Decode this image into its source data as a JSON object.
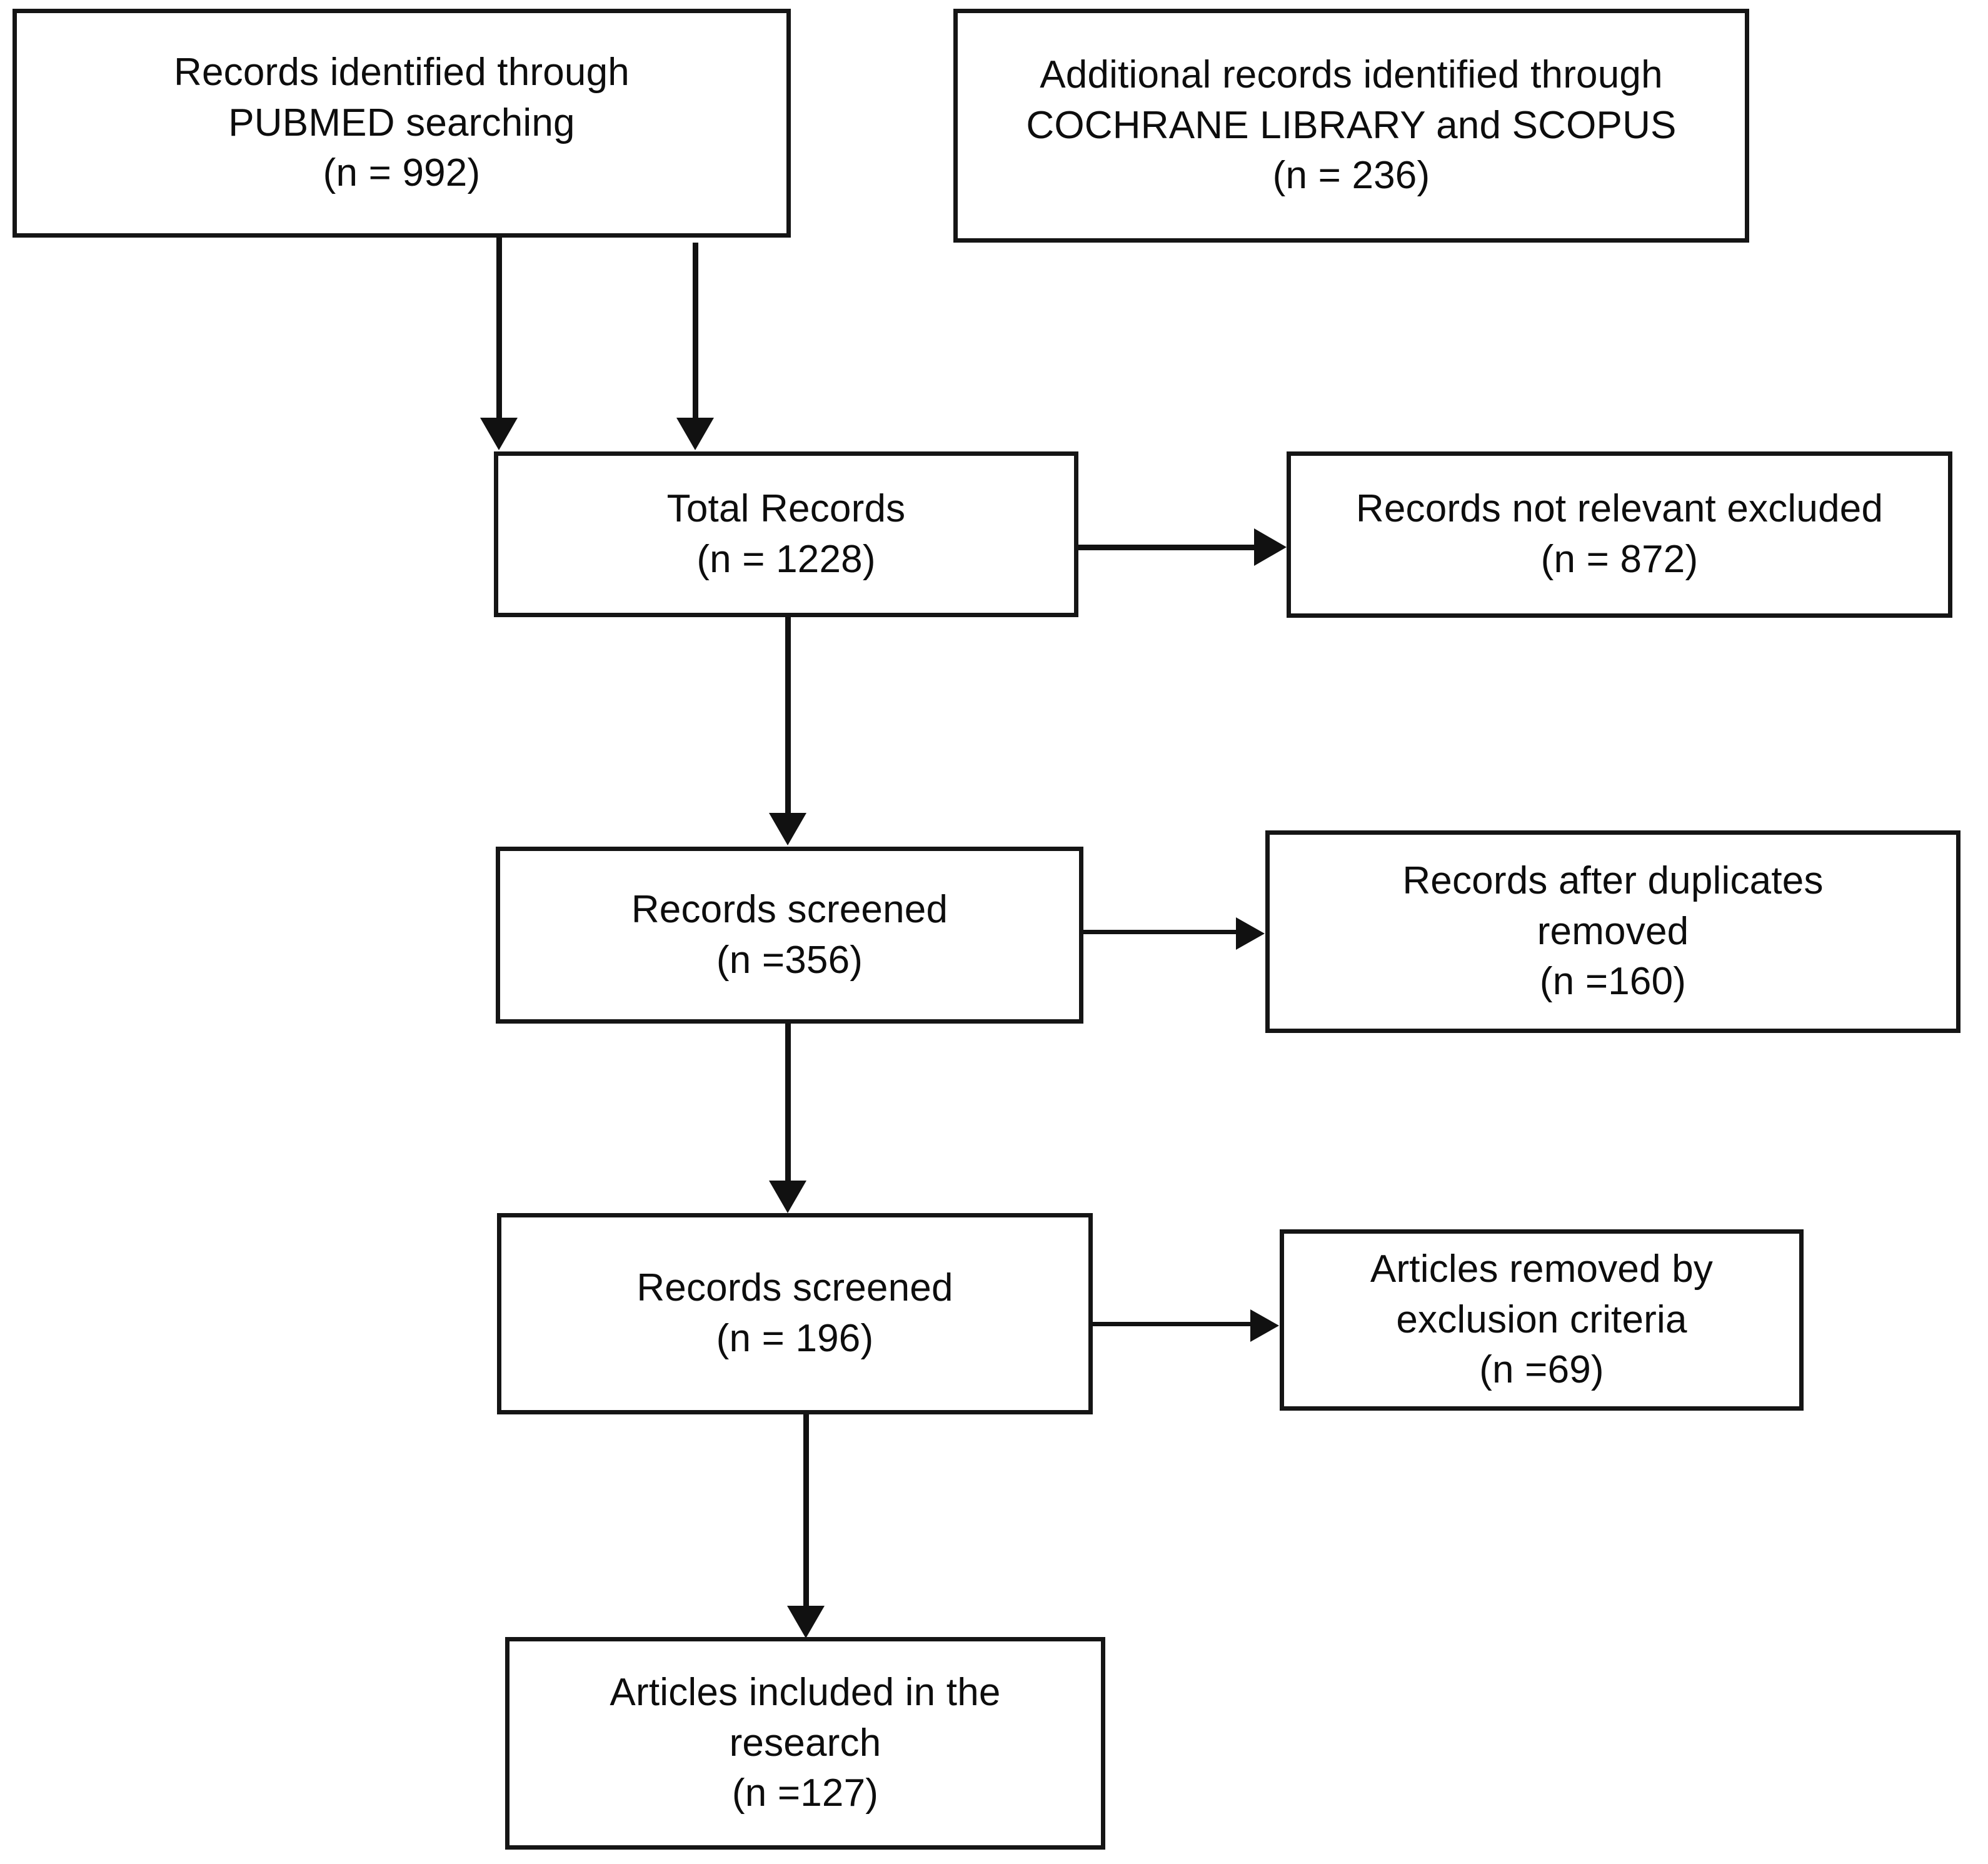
{
  "diagram": {
    "type": "prisma-flow-diagram",
    "title": "",
    "background_color": "#ffffff",
    "line_color": "#111111",
    "text_color": "#0d0d0d",
    "nodes": [
      {
        "id": "pubmed-records",
        "text": "Records identified through\nPUBMED searching\n(n = 992)",
        "count": 992
      },
      {
        "id": "additional-records",
        "text": "Additional records identified through\nCOCHRANE LIBRARY and SCOPUS\n(n = 236)",
        "count": 236
      },
      {
        "id": "total-records",
        "text": "Total Records\n(n = 1228)",
        "count": 1228
      },
      {
        "id": "not-relevant-excluded",
        "text": "Records not relevant excluded\n(n = 872)",
        "count": 872
      },
      {
        "id": "records-screened-356",
        "text": "Records screened\n(n =356)",
        "count": 356
      },
      {
        "id": "duplicates-removed",
        "text": "Records after duplicates\nremoved\n(n =160)",
        "count": 160
      },
      {
        "id": "records-screened-196",
        "text": "Records screened\n(n = 196)",
        "count": 196
      },
      {
        "id": "exclusion-criteria",
        "text": "Articles removed by\nexclusion criteria\n(n =69)",
        "count": 69
      },
      {
        "id": "articles-included",
        "text": "Articles included in the\nresearch\n(n =127)",
        "count": 127
      }
    ],
    "edges": [
      {
        "from": "pubmed-records",
        "to": "total-records",
        "direction": "down"
      },
      {
        "from": "additional-records",
        "to": "total-records",
        "direction": "down"
      },
      {
        "from": "total-records",
        "to": "not-relevant-excluded",
        "direction": "right"
      },
      {
        "from": "total-records",
        "to": "records-screened-356",
        "direction": "down"
      },
      {
        "from": "records-screened-356",
        "to": "duplicates-removed",
        "direction": "right"
      },
      {
        "from": "records-screened-356",
        "to": "records-screened-196",
        "direction": "down"
      },
      {
        "from": "records-screened-196",
        "to": "exclusion-criteria",
        "direction": "right"
      },
      {
        "from": "records-screened-196",
        "to": "articles-included",
        "direction": "down"
      }
    ]
  }
}
